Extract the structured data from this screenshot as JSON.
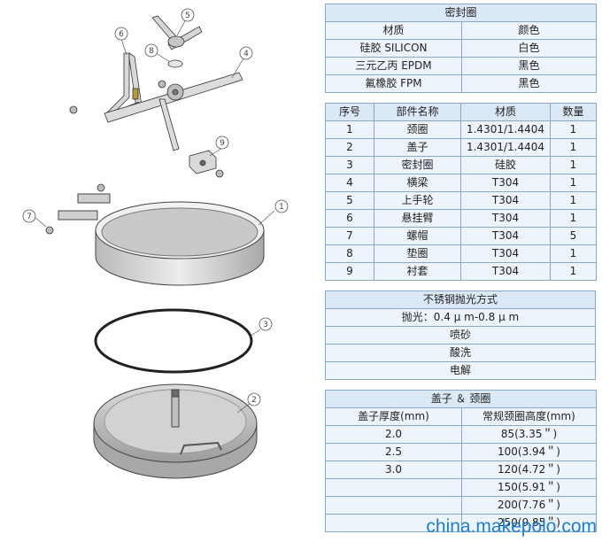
{
  "seal_table": {
    "title": "密封圈",
    "headers": [
      "材质",
      "颜色"
    ],
    "rows": [
      [
        "硅胶 SILICON",
        "白色"
      ],
      [
        "三元乙丙 EPDM",
        "黑色"
      ],
      [
        "氟橡胶 FPM",
        "黑色"
      ]
    ]
  },
  "parts_table": {
    "headers": [
      "序号",
      "部件名称",
      "材质",
      "数量"
    ],
    "rows": [
      [
        "1",
        "颈圈",
        "1.4301/1.4404",
        "1"
      ],
      [
        "2",
        "盖子",
        "1.4301/1.4404",
        "1"
      ],
      [
        "3",
        "密封圈",
        "硅胶",
        "1"
      ],
      [
        "4",
        "横梁",
        "T304",
        "1"
      ],
      [
        "5",
        "上手轮",
        "T304",
        "1"
      ],
      [
        "6",
        "悬挂臂",
        "T304",
        "1"
      ],
      [
        "7",
        "螺帽",
        "T304",
        "5"
      ],
      [
        "8",
        "垫圈",
        "T304",
        "1"
      ],
      [
        "9",
        "衬套",
        "T304",
        "1"
      ]
    ]
  },
  "polish_table": {
    "title": "不锈钢抛光方式",
    "rows": [
      "抛光：0.4 μ m-0.8 μ m",
      "喷砂",
      "酸洗",
      "电解"
    ]
  },
  "lid_table": {
    "title": "盖子 ＆ 颈圈",
    "headers": [
      "盖子厚度(mm)",
      "常规颈圈高度(mm)"
    ],
    "rows": [
      [
        "2.0",
        "85(3.35＂)"
      ],
      [
        "2.5",
        "100(3.94＂)"
      ],
      [
        "3.0",
        "120(4.72＂)"
      ],
      [
        "",
        "150(5.91＂)"
      ],
      [
        "",
        "200(7.76＂)"
      ],
      [
        "",
        "250(9.85＂)"
      ]
    ]
  },
  "callouts": [
    "1",
    "2",
    "3",
    "4",
    "5",
    "6",
    "7",
    "8",
    "9"
  ],
  "watermark": "china.makepolo.com"
}
